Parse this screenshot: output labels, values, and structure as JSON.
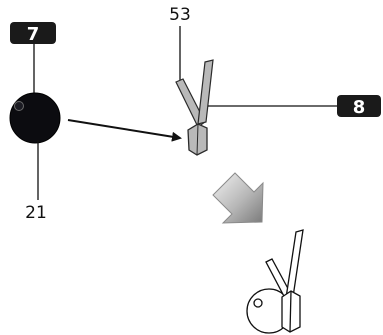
{
  "callouts": {
    "top_left": "7",
    "top_center": "53",
    "right": "8",
    "bottom_left": "21"
  },
  "colors": {
    "badge_fill": "#1a1a1a",
    "ink": "#111111",
    "disc_fill": "#0c0c10",
    "part_gray": "#b9b9b9",
    "arrow_light": "#f2f2f2",
    "arrow_dark": "#7a7a7a"
  }
}
